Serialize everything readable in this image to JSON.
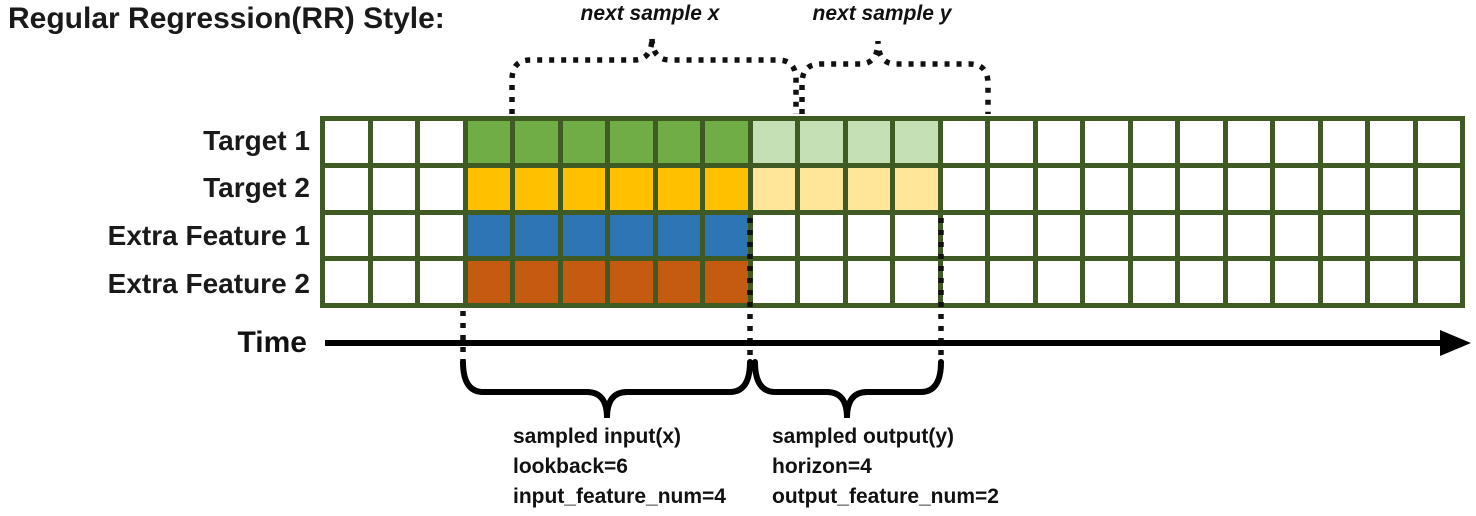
{
  "title": "Regular Regression(RR) Style:",
  "annotations": {
    "next_sample_x": "next sample x",
    "next_sample_y": "next sample y"
  },
  "grid": {
    "columns": 24,
    "row_count": 4,
    "line_color": "#3F5A23",
    "empty_color": "#FFFFFF"
  },
  "rows": [
    {
      "label": "Target 1",
      "input_color": "#70AD47",
      "output_color": "#C5E0B4",
      "lead_empty": 3,
      "input_cells": 6,
      "output_cells": 4
    },
    {
      "label": "Target 2",
      "input_color": "#FFC000",
      "output_color": "#FFE699",
      "lead_empty": 3,
      "input_cells": 6,
      "output_cells": 4
    },
    {
      "label": "Extra Feature 1",
      "input_color": "#2E75B6",
      "output_color": null,
      "lead_empty": 3,
      "input_cells": 6,
      "output_cells": 0
    },
    {
      "label": "Extra Feature 2",
      "input_color": "#C55A11",
      "output_color": null,
      "lead_empty": 3,
      "input_cells": 6,
      "output_cells": 0
    }
  ],
  "time_axis": {
    "label": "Time"
  },
  "input_annotation": {
    "lines": [
      "sampled input(x)",
      "lookback=6",
      "input_feature_num=4"
    ]
  },
  "output_annotation": {
    "lines": [
      "sampled output(y)",
      "horizon=4",
      "output_feature_num=2"
    ]
  }
}
